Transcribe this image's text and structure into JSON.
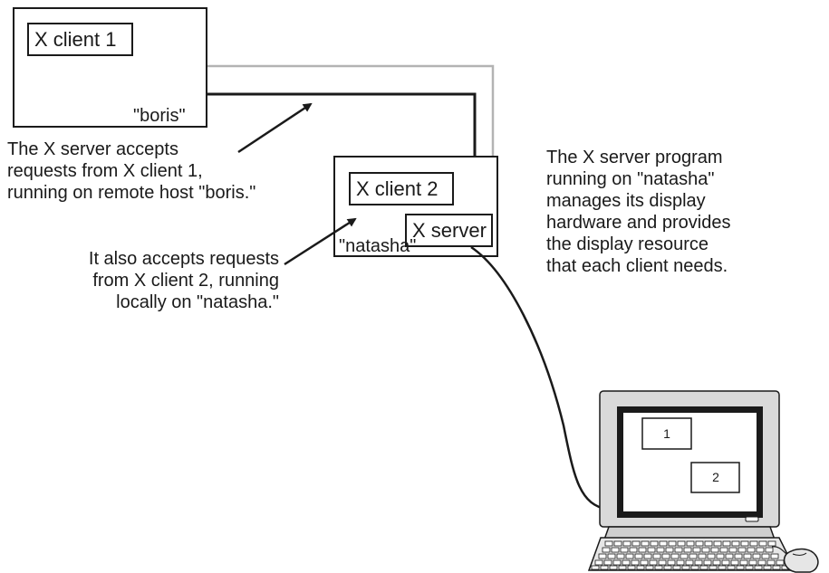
{
  "hosts": {
    "boris": {
      "label": "\"boris\"",
      "client_label": "X client 1"
    },
    "natasha": {
      "label": "\"natasha\"",
      "client_label": "X client 2",
      "server_label": "X server"
    }
  },
  "notes": {
    "remote": [
      "The X server accepts",
      "requests from X client 1,",
      "running on remote host \"boris.\""
    ],
    "local": [
      "It also accepts requests",
      "from X client 2, running",
      "locally on \"natasha.\""
    ],
    "server": [
      "The X server program",
      "running on \"natasha\"",
      "manages its display",
      "hardware and provides",
      "the display resource",
      "that each client needs."
    ]
  },
  "display": {
    "window_1_label": "1",
    "window_2_label": "2"
  },
  "colors": {
    "ink": "#1a1a1a",
    "gray_wire": "#b3b3b3",
    "monitor_bezel": "#d9d9d9",
    "screen": "#ffffff"
  },
  "icons": {
    "monitor": "crt-monitor-icon",
    "keyboard": "keyboard-icon",
    "mouse": "mouse-icon"
  }
}
